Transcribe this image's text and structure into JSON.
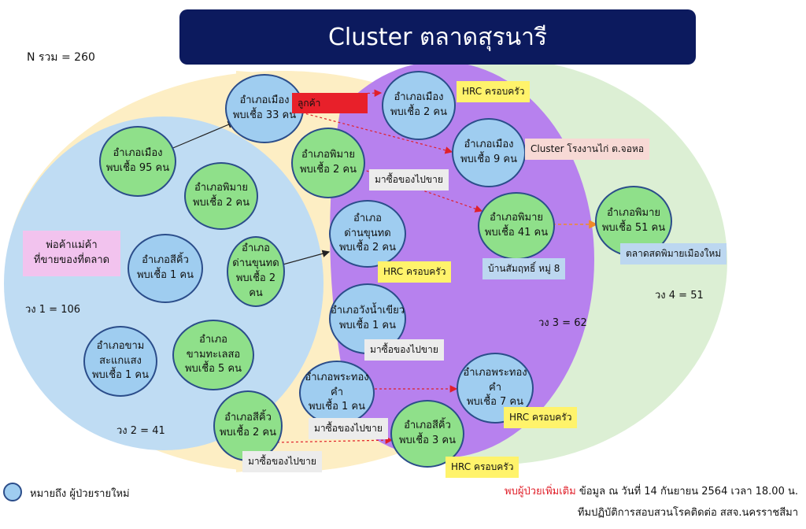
{
  "title": "Cluster ตลาดสุรนารี",
  "n_total": "N รวม = 260",
  "ring_labels": {
    "ring1": "วง 1 = 106",
    "ring2": "วง 2 = 41",
    "ring3": "วง 3 = 62",
    "ring4": "วง 4 = 51"
  },
  "vendor_label": {
    "line1": "พ่อค้าแม่ค้า",
    "line2": "ที่ขายของที่ตลาด"
  },
  "nodes": {
    "r1_mueang": {
      "line1": "อำเภอเมือง",
      "line2": "พบเชื้อ 95 คน"
    },
    "r1_phimai": {
      "line1": "อำเภอพิมาย",
      "line2": "พบเชื้อ 2 คน"
    },
    "r1_sikhio": {
      "line1": "อำเภอสีคิ้ว",
      "line2": "พบเชื้อ 1 คน"
    },
    "r1_dankhunthot": {
      "line1": "อำเภอ",
      "line2": "ด่านขุนทด",
      "line3": "พบเชื้อ 2 คน"
    },
    "r1_kham_saenaeng": {
      "line1": "อำเภอขาม",
      "line2": "สะแกแสง",
      "line3": "พบเชื้อ 1 คน"
    },
    "r1_kham_thale_so": {
      "line1": "อำเภอขามทะเลสอ",
      "line2": "พบเชื้อ 5 คน"
    },
    "r2_mueang": {
      "line1": "อำเภอเมือง",
      "line2": "พบเชื้อ 33 คน"
    },
    "r2_phimai": {
      "line1": "อำเภอพิมาย",
      "line2": "พบเชื้อ 2 คน"
    },
    "r2_dankhunthot": {
      "line1": "อำเภอ",
      "line2": "ด่านขุนทด",
      "line3": "พบเชื้อ 2 คน"
    },
    "r2_wangnamkhiao": {
      "line1": "อำเภอวังน้ำเขียว",
      "line2": "พบเชื้อ 1 คน"
    },
    "r2_phrathongkham": {
      "line1": "อำเภอพระทองคำ",
      "line2": "พบเชื้อ 1 คน"
    },
    "r2_sikhio": {
      "line1": "อำเภอสีคิ้ว",
      "line2": "พบเชื้อ 2 คน"
    },
    "r3_mueang_2": {
      "line1": "อำเภอเมือง",
      "line2": "พบเชื้อ 2 คน"
    },
    "r3_mueang_9": {
      "line1": "อำเภอเมือง",
      "line2": "พบเชื้อ 9 คน"
    },
    "r3_phimai": {
      "line1": "อำเภอพิมาย",
      "line2": "พบเชื้อ 41 คน"
    },
    "r3_phrathongkham": {
      "line1": "อำเภอพระทองคำ",
      "line2": "พบเชื้อ 7 คน"
    },
    "r3_sikhio": {
      "line1": "อำเภอสีคิ้ว",
      "line2": "พบเชื้อ 3 คน"
    },
    "r4_phimai": {
      "line1": "อำเภอพิมาย",
      "line2": "พบเชื้อ 51 คน"
    }
  },
  "tags": {
    "customer": "ลูกค้า",
    "hrc_1": "HRC ครอบครัว",
    "cluster_chicken": "Cluster โรงงานไก่ ต.จอหอ",
    "buy_to_sell_1": "มาซื้อของไปขาย",
    "hrc_2": "HRC ครอบครัว",
    "ban_samrit": "บ้านสัมฤทธิ์ หมู่ 8",
    "phimai_market": "ตลาดสดพิมายเมืองใหม่",
    "buy_to_sell_2": "มาซื้อของไปขาย",
    "hrc_3": "HRC ครอบครัว",
    "buy_to_sell_3": "มาซื้อของไปขาย",
    "buy_to_sell_4": "มาซื้อของไปขาย",
    "hrc_4": "HRC ครอบครัว"
  },
  "legend": "หมายถึง  ผู้ป่วยรายใหม่",
  "footer": {
    "highlight": "พบผู้ป่วยเพิ่มเติม",
    "data_date": " ข้อมูล ณ วันที่ 14 กันยายน 2564 เวลา 18.00 น.",
    "team": "ทีมปฏิบัติการสอบสวนโรคติดต่อ สสจ.นครราชสีมา"
  },
  "colors": {
    "ring1_fill": "#bfdcf3",
    "ring2_fill": "#fdeec4",
    "ring3_fill": "#b781ee",
    "ring4_fill": "#dcefd4",
    "title_bg": "#0c1a5e",
    "node_blue": "#9fcdf0",
    "node_green": "#8fe08a",
    "arrow_red": "#e0202a",
    "arrow_orange": "#f08a2a"
  }
}
